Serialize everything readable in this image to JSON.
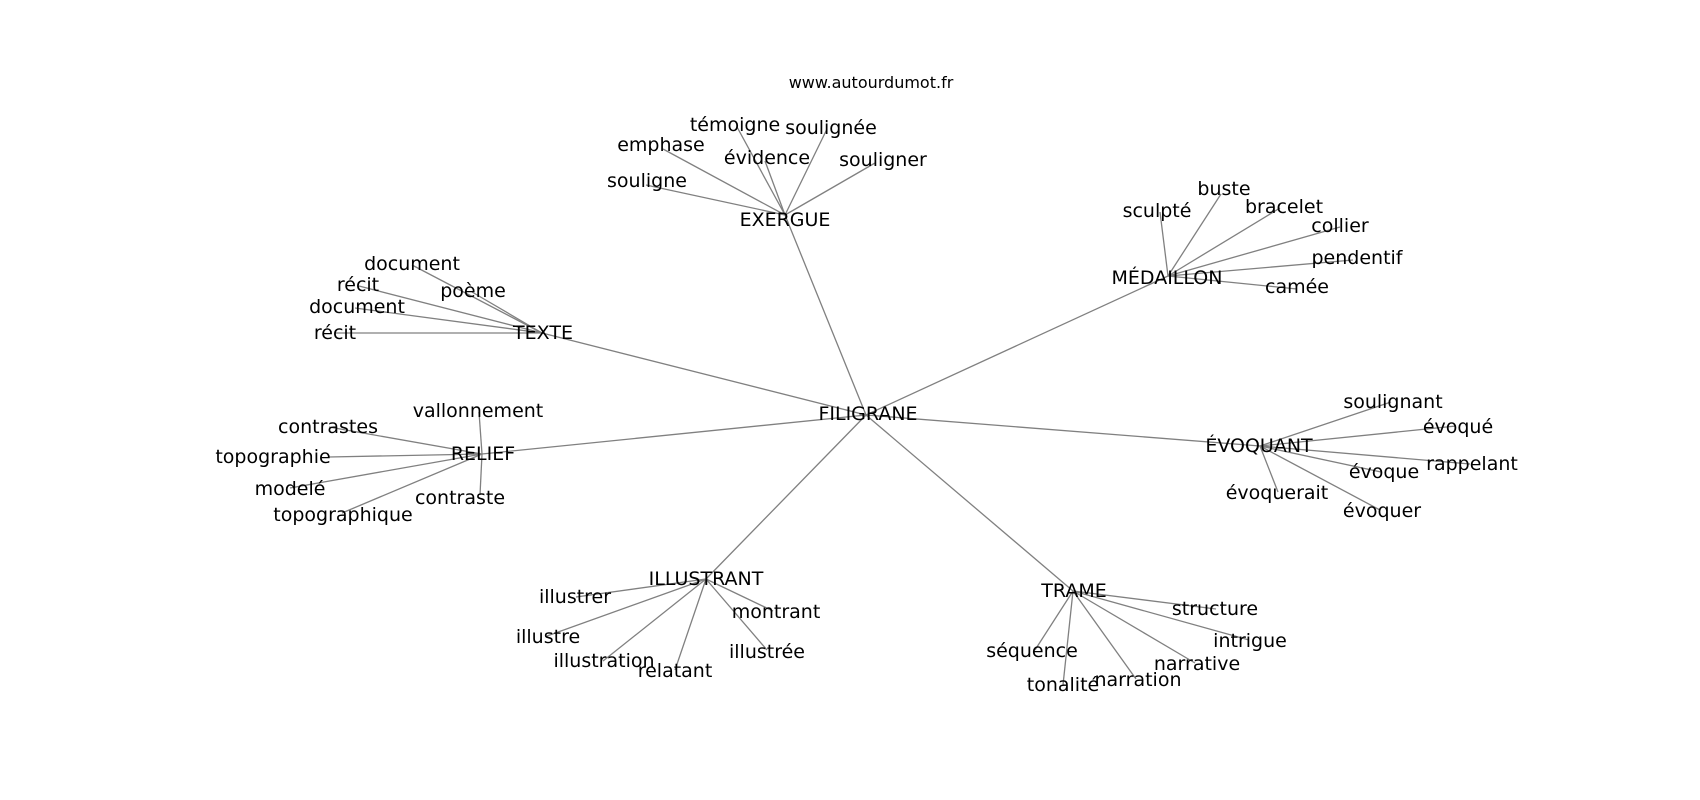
{
  "source": "www.autourdumot.fr",
  "root": "FILIGRANE",
  "groups": [
    {
      "id": "exergue",
      "label": "EXERGUE",
      "children": [
        "témoigne",
        "soulignée",
        "emphase",
        "évidence",
        "souligner",
        "souligne"
      ]
    },
    {
      "id": "medaillon",
      "label": "MÉDAILLON",
      "children": [
        "buste",
        "sculpté",
        "bracelet",
        "collier",
        "pendentif",
        "camée"
      ]
    },
    {
      "id": "texte",
      "label": "TEXTE",
      "children": [
        "document",
        "récit",
        "poème",
        "document",
        "récit"
      ]
    },
    {
      "id": "relief",
      "label": "RELIEF",
      "children": [
        "vallonnement",
        "contrastes",
        "topographie",
        "modelé",
        "contraste",
        "topographique"
      ]
    },
    {
      "id": "evoquant",
      "label": "ÉVOQUANT",
      "children": [
        "soulignant",
        "évoqué",
        "rappelant",
        "évoque",
        "évoquerait",
        "évoquer"
      ]
    },
    {
      "id": "illustrant",
      "label": "ILLUSTRANT",
      "children": [
        "illustrer",
        "montrant",
        "illustre",
        "illustrée",
        "illustration",
        "relatant"
      ]
    },
    {
      "id": "trame",
      "label": "TRAME",
      "children": [
        "structure",
        "intrigue",
        "narrative",
        "séquence",
        "narration",
        "tonalité"
      ]
    }
  ]
}
